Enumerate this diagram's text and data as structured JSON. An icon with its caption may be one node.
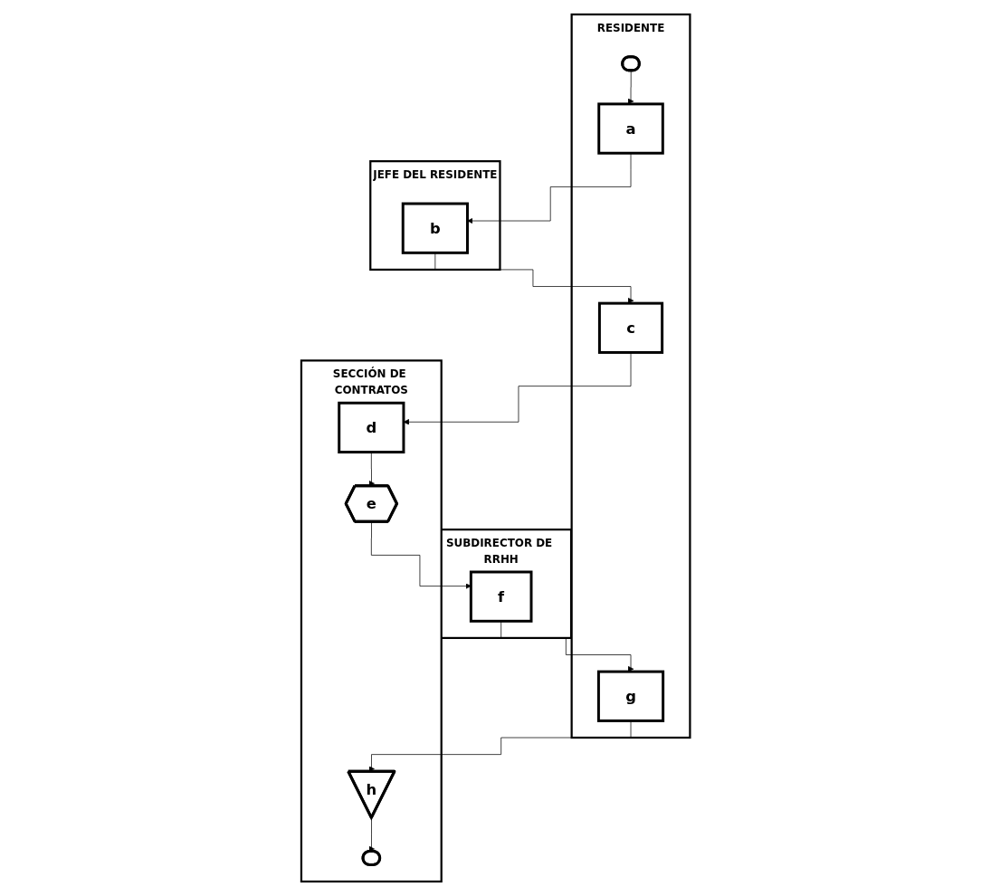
{
  "diagram": {
    "nodes": [
      {
        "text": [
          "RESIDENTE"
        ]
      },
      {
        "text": [
          "JEFE DEL RESIDENTE"
        ]
      },
      {
        "text": [
          "SECCIÓN DE CONTRATOS"
        ]
      },
      {
        "text": [
          "SUBDIRECTOR DE RRHH"
        ]
      },
      {
        "text": [],
        "shape": "terminal",
        "in": 0
      },
      {
        "text": [
          "a"
        ],
        "in": 0
      },
      {
        "text": [
          "b"
        ],
        "in": 1
      },
      {
        "text": [
          "c"
        ],
        "in": 0
      },
      {
        "text": [
          "d"
        ],
        "in": 2
      },
      {
        "text": [
          "g"
        ],
        "in": 0
      },
      {
        "text": [
          "e"
        ],
        "in": 2
      },
      {
        "text": [
          "f"
        ],
        "in": 3
      },
      {
        "text": [
          "h"
        ],
        "in": 2
      },
      {
        "text": [],
        "shape": "terminal",
        "in": 2
      }
    ],
    "edges": [
      {
        "from": 4,
        "to": 5,
        "arrow": "to"
      },
      {
        "from": 5,
        "to": 6,
        "arrow": "to"
      },
      {
        "from": 6,
        "to": 7,
        "arrow": "to"
      },
      {
        "from": 7,
        "to": 8,
        "arrow": "to"
      },
      {
        "from": 8,
        "to": 10,
        "arrow": "to"
      },
      {
        "from": 10,
        "to": 11,
        "arrow": "to"
      },
      {
        "from": 11,
        "to": 9,
        "arrow": "to"
      },
      {
        "from": 9,
        "to": 12,
        "arrow": "to"
      },
      {
        "from": 12,
        "to": 13,
        "arrow": "to"
      }
    ]
  }
}
